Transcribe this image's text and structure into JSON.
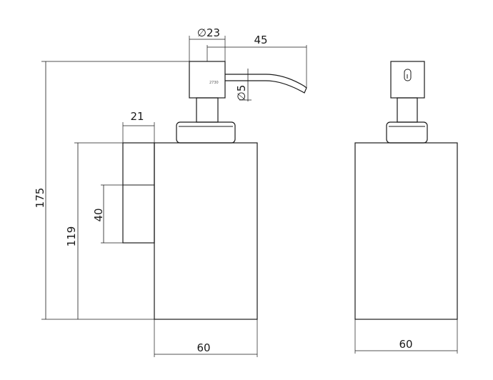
{
  "drawing": {
    "dimensions": {
      "height_total": "175",
      "height_body": "119",
      "bracket_height": "40",
      "bracket_depth": "21",
      "pump_diameter": "∅23",
      "spout_reach": "45",
      "spout_diameter": "∅5",
      "width_side": "60",
      "width_front": "60"
    },
    "model_code": "2730"
  }
}
